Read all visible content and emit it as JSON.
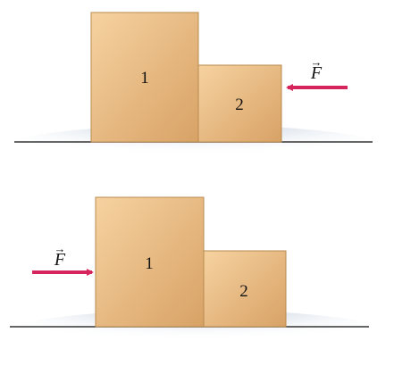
{
  "panels": [
    {
      "blocks": [
        {
          "label": "1"
        },
        {
          "label": "2"
        }
      ],
      "force": {
        "symbol": "F",
        "vector_mark": "→",
        "direction": "left",
        "applied_to": "block-2"
      }
    },
    {
      "blocks": [
        {
          "label": "1"
        },
        {
          "label": "2"
        }
      ],
      "force": {
        "symbol": "F",
        "vector_mark": "→",
        "direction": "right",
        "applied_to": "block-1"
      }
    }
  ],
  "colors": {
    "block_light": "#f5cf9c",
    "block_dark": "#d9a46b",
    "block_edge": "#b98a4e",
    "arrow": "#d6245c",
    "floor_line": "#333333",
    "floor_shadow": "#c9d6e6"
  }
}
